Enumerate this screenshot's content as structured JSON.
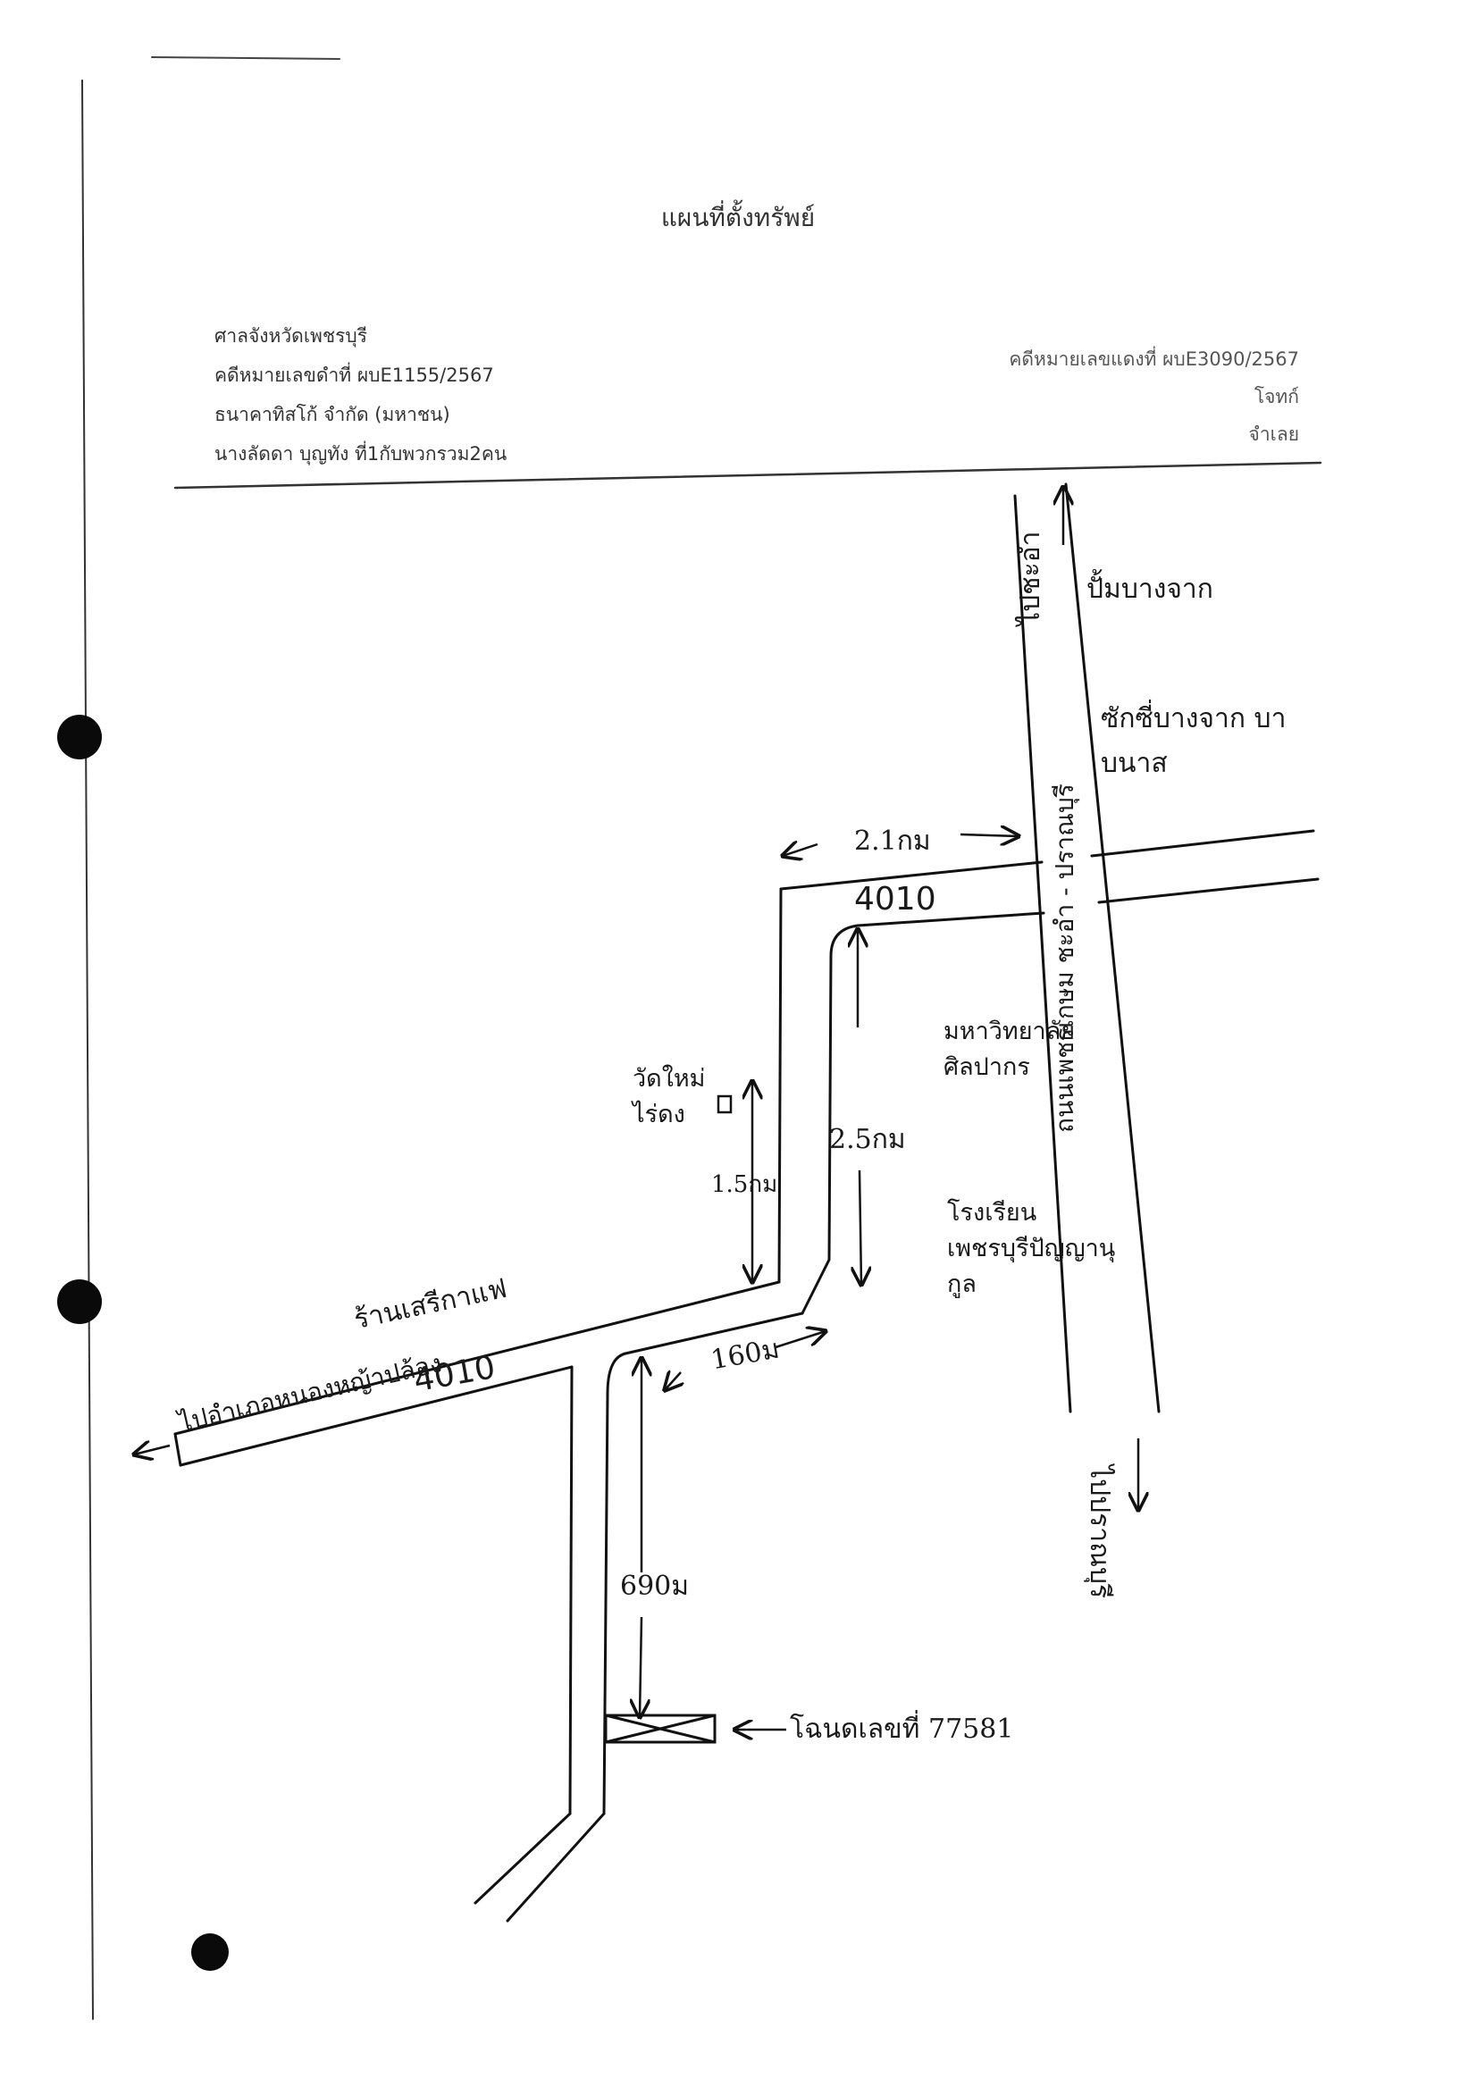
{
  "title": "แผนที่ตั้งทรัพย์",
  "case_left": {
    "court": "ศาลจังหวัดเพชรบุรี",
    "case_no": "คดีหมายเลขดำที่ ผบE1155/2567",
    "plaintiff": "ธนาคาทิสโก้ จำกัด (มหาชน)",
    "defendant": "นางลัดดา บุญทัง ที่1กับพวกรวม2คน"
  },
  "case_right": {
    "case_no": "คดีหมายเลขแดงที่ ผบE3090/2567",
    "plaintiff_label": "โจทก์",
    "defendant_label": "จำเลย"
  },
  "map": {
    "dir_top": "ไปชะอำ",
    "dir_bottom": "ไปปราณบุรี",
    "dir_left": "ไปอำเภอหนองหญ้าปล้อง",
    "highway_vertical": "ถนนเพชรเกษม ชะอำ - ปราณบุรี",
    "landmark_pump": "ปั้มบางจาก",
    "landmark_seven": "ซักซี่บางจาก บาบนาส",
    "landmark_univ": "มหาวิทยาลัยศิลปากร",
    "landmark_school": "โรงเรียนเพชรบุรีปัญญานุกูล",
    "landmark_temple": "วัดใหม่ไร่ดง",
    "landmark_shop": "ร้านเสรีกาแฟ",
    "road_no_top": "4010",
    "road_no_left": "4010",
    "dist_top": "2.1กม",
    "dist_mid": "2.5กม",
    "dist_temple": "1.5กม",
    "dist_lower": "160ม",
    "dist_long": "690ม",
    "parcel": "โฉนดเลขที่ 77581"
  }
}
